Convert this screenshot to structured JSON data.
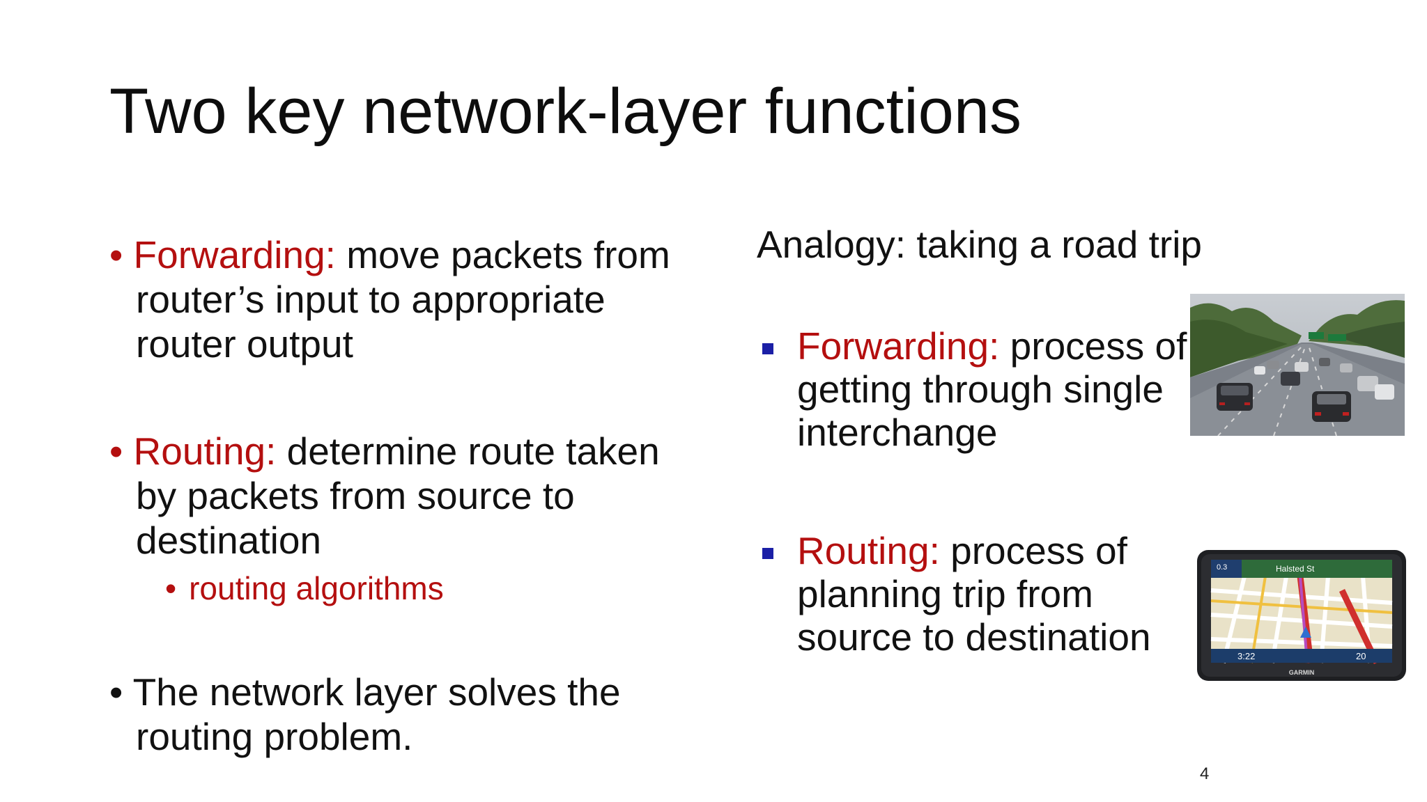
{
  "slide": {
    "title": "Two key network-layer functions",
    "page_number": "4"
  },
  "left": {
    "bullet_char": "•",
    "forwarding": {
      "term": "Forwarding:",
      "text": " move packets from router’s input to appropriate router output"
    },
    "routing": {
      "term": "Routing:",
      "text": " determine route taken by packets from source to destination",
      "sub_bullet": "routing algorithms"
    },
    "network_layer": {
      "text": "The network layer solves the routing problem."
    }
  },
  "right": {
    "analogy": "Analogy: taking a road trip",
    "forwarding": {
      "term": "Forwarding:",
      "text": " process of getting through single interchange"
    },
    "routing": {
      "term": "Routing:",
      "text": " process of planning trip from source to destination"
    }
  },
  "images": {
    "highway_photo": "highway-traffic-photo",
    "gps_device": {
      "street": "Halsted St",
      "distance": "0.3",
      "time": "3:22",
      "speed": "20",
      "brand": "GARMIN"
    }
  },
  "colors": {
    "accent_red": "#b40f0f",
    "bullet_blue": "#1b1fa6",
    "text": "#111111"
  }
}
